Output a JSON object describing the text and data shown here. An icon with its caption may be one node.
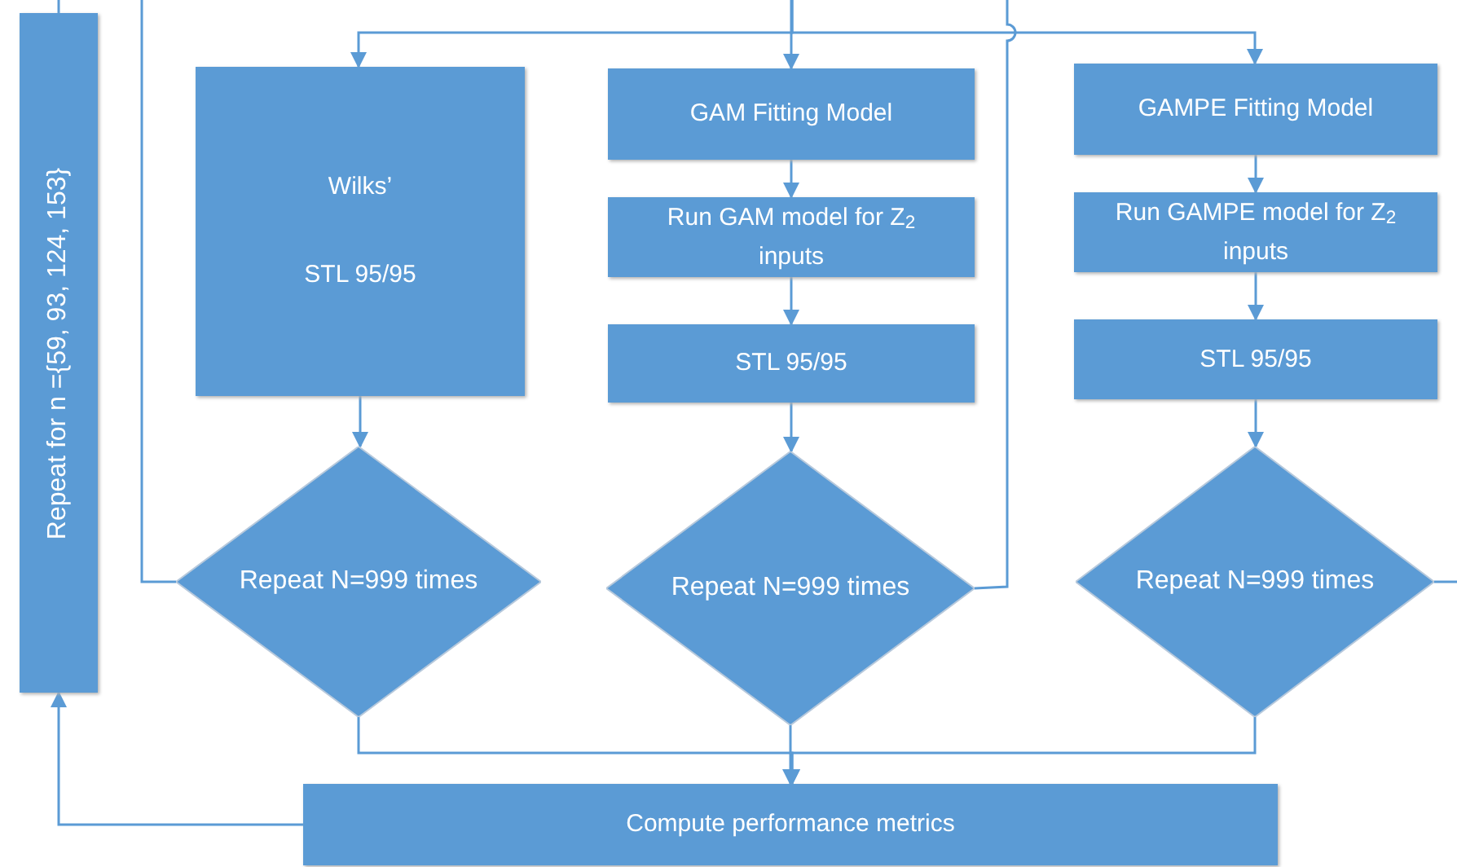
{
  "diagram": {
    "nodes": [
      {
        "text": [
          "Repeat for n ={59, 93, 124, 153}"
        ]
      },
      {
        "text": [
          "Wilks’",
          "STL 95/95"
        ]
      },
      {
        "text": [
          "GAM Fitting Model"
        ]
      },
      {
        "text": [
          "Run GAM model for Z$_{2}$ inputs"
        ]
      },
      {
        "text": [
          "STL 95/95"
        ]
      },
      {
        "text": [
          "GAMPE Fitting Model"
        ]
      },
      {
        "text": [
          "Run GAMPE model for Z$_{2}$ inputs"
        ]
      },
      {
        "text": [
          "STL 95/95"
        ]
      },
      {
        "text": [
          "Repeat N=999 times"
        ]
      },
      {
        "text": [
          "Repeat N=999 times"
        ]
      },
      {
        "text": [
          "Repeat N=999 times"
        ]
      },
      {
        "text": [
          "Compute performance metrics"
        ]
      }
    ],
    "edges": [
      {
        "from": null,
        "to": 2,
        "arrow": "to"
      },
      {
        "from": null,
        "to": 1,
        "arrow": "to"
      },
      {
        "from": null,
        "to": 5,
        "arrow": "to"
      },
      {
        "from": 2,
        "to": 3,
        "arrow": "to"
      },
      {
        "from": 3,
        "to": 4,
        "arrow": "to"
      },
      {
        "from": 5,
        "to": 6,
        "arrow": "to"
      },
      {
        "from": 6,
        "to": 7,
        "arrow": "to"
      },
      {
        "from": 1,
        "to": 8,
        "arrow": "to"
      },
      {
        "from": 4,
        "to": 9,
        "arrow": "to"
      },
      {
        "from": 7,
        "to": 10,
        "arrow": "to"
      },
      {
        "from": 8,
        "to": null,
        "arrow": "none"
      },
      {
        "from": 9,
        "to": null,
        "arrow": "none"
      },
      {
        "from": 10,
        "to": null,
        "arrow": "none"
      },
      {
        "from": 8,
        "to": 11,
        "arrow": "to"
      },
      {
        "from": 9,
        "to": 11,
        "arrow": "to"
      },
      {
        "from": 10,
        "to": 11,
        "arrow": "to"
      },
      {
        "from": 11,
        "to": 0,
        "arrow": "to"
      },
      {
        "from": 0,
        "to": null,
        "arrow": "none"
      }
    ]
  }
}
